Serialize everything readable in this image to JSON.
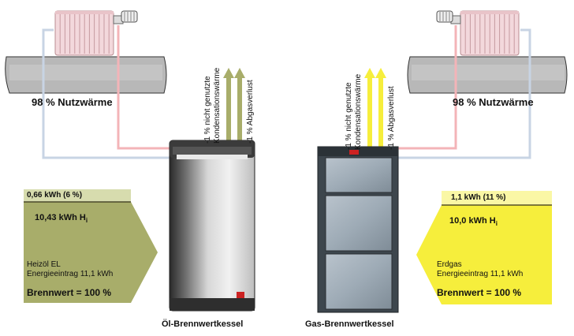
{
  "left": {
    "heat_label": "98 % Nutzwärme",
    "loss_small": "0,66 kWh (6 %)",
    "energy": "10,43 kWh H",
    "energy_sub": "i",
    "fuel": "Heizöl EL",
    "input": "Energieeintrag 11,1 kWh",
    "brennwert": "Brennwert = 100 %",
    "boiler_caption": "Öl-Brennwertkessel",
    "loss_line1": "-1 % nicht genutzte",
    "loss_line2": "Kondensationswärme",
    "loss_exhaust": "-1 % Abgasverlust",
    "color": "#a8ad6a",
    "color_light": "#d7dcae"
  },
  "right": {
    "heat_label": "98 % Nutzwärme",
    "loss_small": "1,1 kWh (11 %)",
    "energy": "10,0 kWh H",
    "energy_sub": "i",
    "fuel": "Erdgas",
    "input": "Energieeintrag 11,1 kWh",
    "brennwert": "Brennwert = 100 %",
    "boiler_caption": "Gas-Brennwertkessel",
    "loss_line1": "-1 % nicht genutzte",
    "loss_line2": "Kondensationswärme",
    "loss_exhaust": "-1 % Abgasverlust",
    "color": "#f6ee3c",
    "color_light": "#faf7a5"
  },
  "icons": [
    "radiator-icon",
    "thermostat-valve-icon",
    "heat-arrow-icon",
    "boiler-icon"
  ]
}
